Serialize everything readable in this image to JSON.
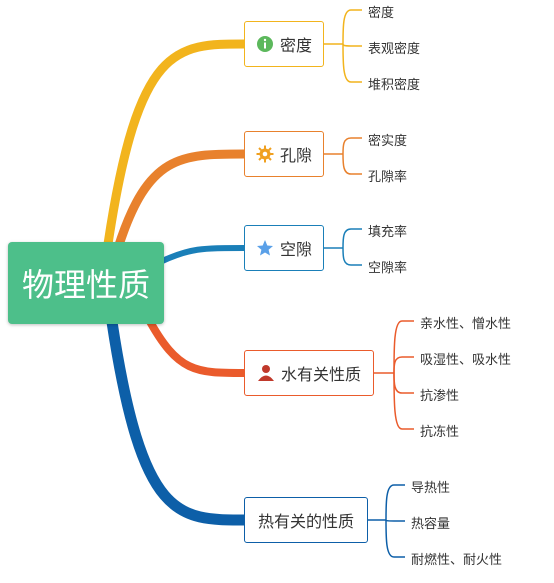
{
  "root": {
    "label": "物理性质",
    "color": "#4dbf8a"
  },
  "branches": [
    {
      "label": "密度",
      "icon": "info-icon",
      "color": "#f2b41d",
      "children": [
        "密度",
        "表观密度",
        "堆积密度"
      ]
    },
    {
      "label": "孔隙",
      "icon": "gear-icon",
      "color": "#e8812d",
      "children": [
        "密实度",
        "孔隙率"
      ]
    },
    {
      "label": "空隙",
      "icon": "star-icon",
      "color": "#1a7fb8",
      "children": [
        "填充率",
        "空隙率"
      ]
    },
    {
      "label": "水有关性质",
      "icon": "person-icon",
      "color": "#ea5b2c",
      "children": [
        "亲水性、憎水性",
        "吸湿性、吸水性",
        "抗渗性",
        "抗冻性"
      ]
    },
    {
      "label": "热有关的性质",
      "icon": "",
      "color": "#0d5fa8",
      "children": [
        "导热性",
        "热容量",
        "耐燃性、耐火性"
      ]
    }
  ]
}
